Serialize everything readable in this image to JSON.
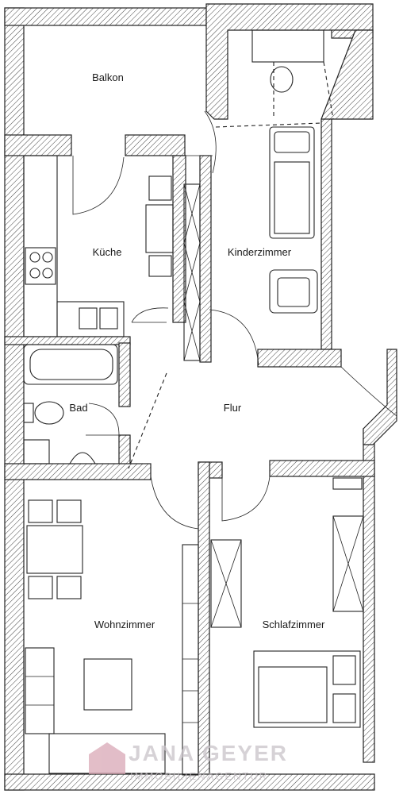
{
  "rooms": {
    "balkon": "Balkon",
    "kueche": "Küche",
    "kinderzimmer": "Kinderzimmer",
    "bad": "Bad",
    "flur": "Flur",
    "wohnzimmer": "Wohnzimmer",
    "schlafzimmer": "Schlafzimmer"
  },
  "watermark": {
    "name": "JANA GEYER",
    "subtitle": "IMMOBILIENAGENTUR",
    "color": "#c9c3c9"
  },
  "colors": {
    "line": "#222222",
    "background": "#ffffff"
  }
}
